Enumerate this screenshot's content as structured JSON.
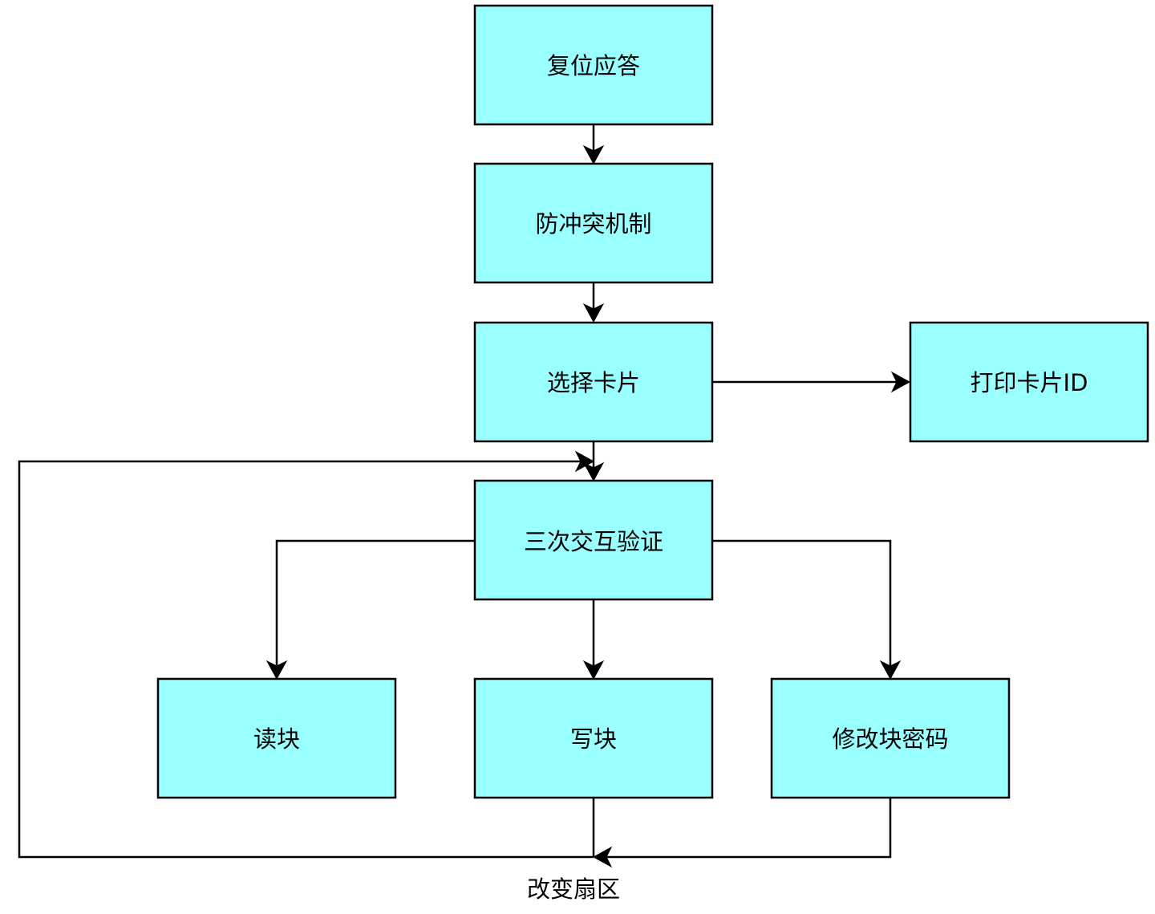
{
  "colors": {
    "node_fill": "#99ffff",
    "stroke": "#000000",
    "background": "#ffffff"
  },
  "nodes": {
    "reset": "复位应答",
    "anticollision": "防冲突机制",
    "select": "选择卡片",
    "print_id": "打印卡片ID",
    "auth": "三次交互验证",
    "read": "读块",
    "write": "写块",
    "change_pwd": "修改块密码"
  },
  "edges": {
    "change_sector_label": "改变扇区"
  }
}
